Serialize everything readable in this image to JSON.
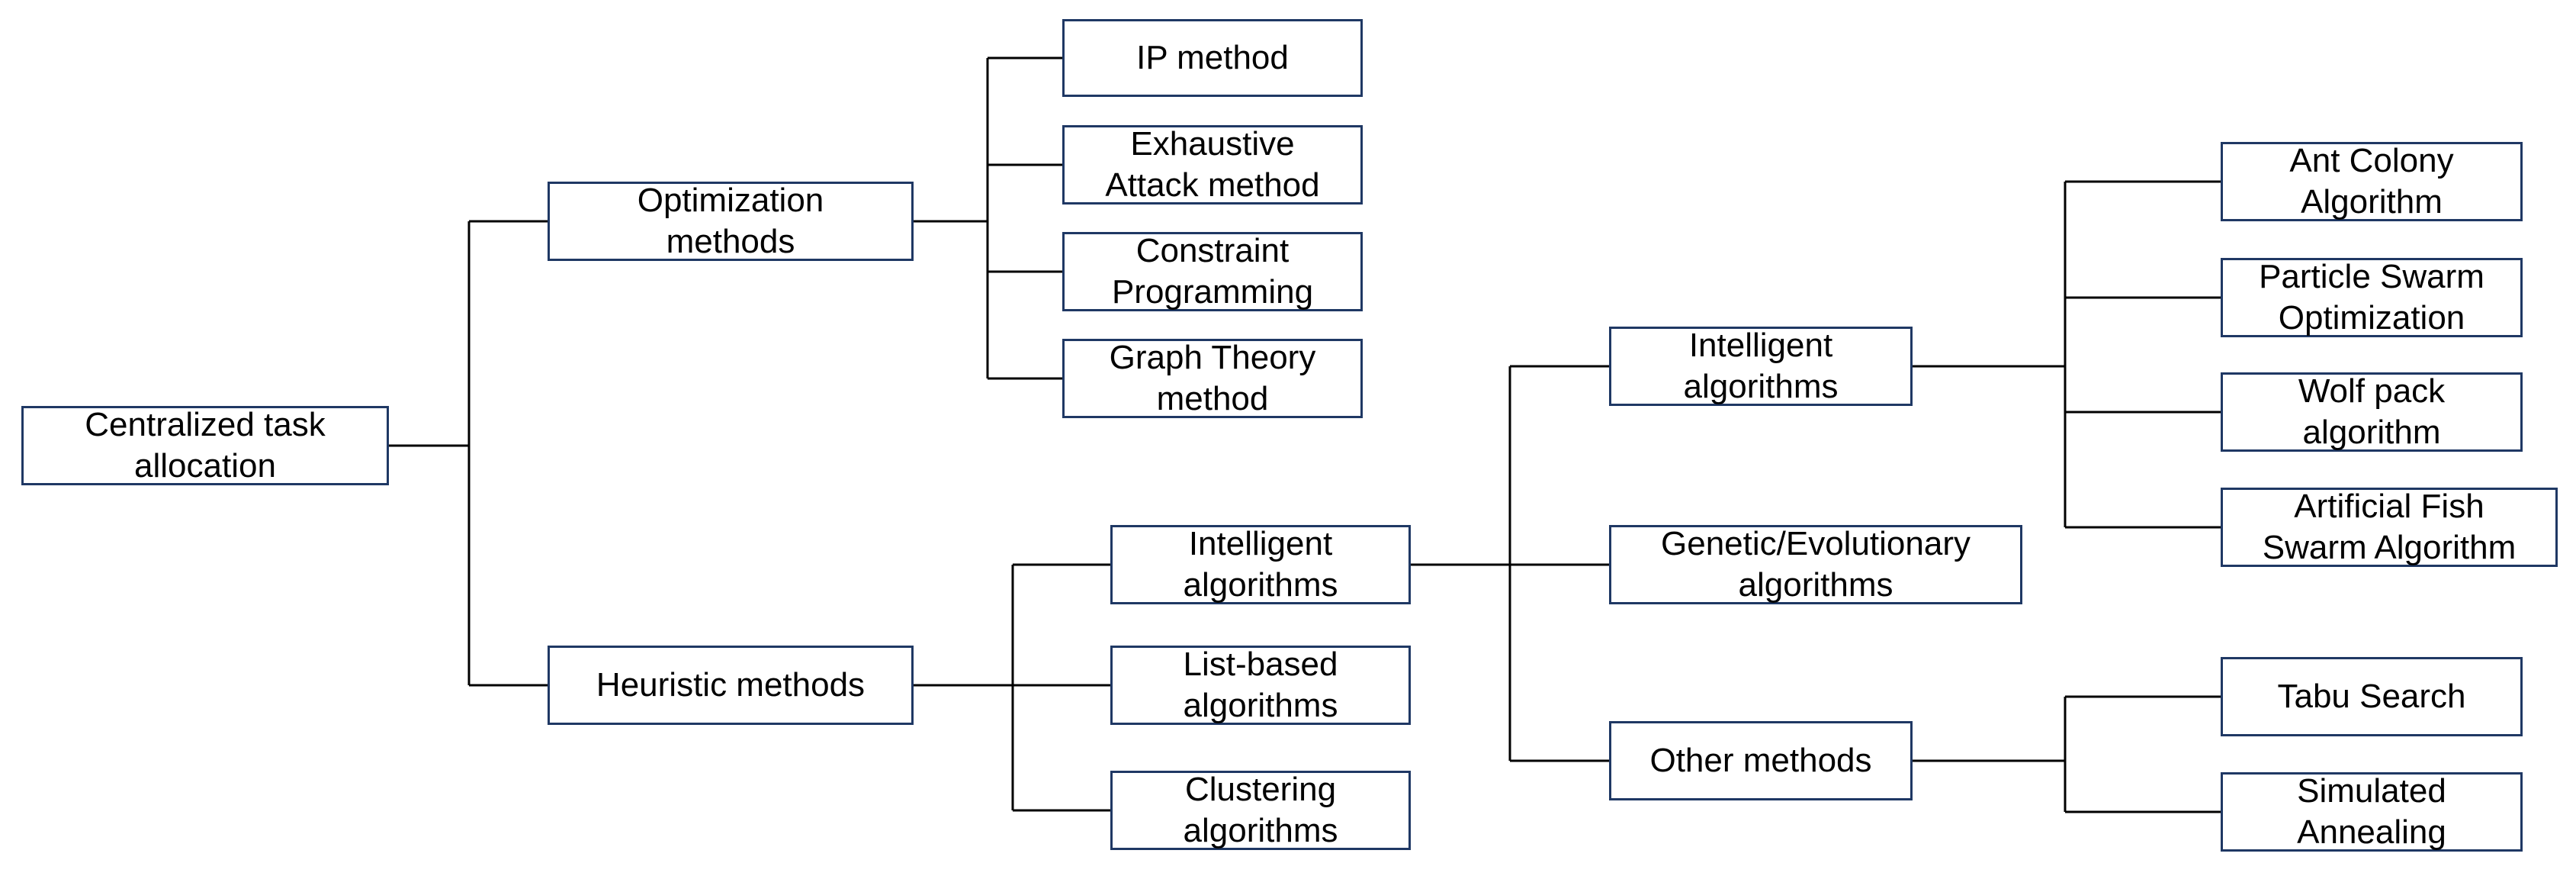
{
  "diagram": {
    "type": "tree",
    "root": {
      "label": "Centralized task\nallocation"
    },
    "optimization": {
      "label": "Optimization\nmethods",
      "children": [
        {
          "label": "IP method"
        },
        {
          "label": "Exhaustive\nAttack method"
        },
        {
          "label": "Constraint\nProgramming"
        },
        {
          "label": "Graph Theory\nmethod"
        }
      ]
    },
    "heuristic": {
      "label": "Heuristic methods",
      "children": [
        {
          "label": "Intelligent\nalgorithms"
        },
        {
          "label": "List-based\nalgorithms"
        },
        {
          "label": "Clustering\nalgorithms"
        }
      ]
    },
    "intelligent_level2": {
      "children": [
        {
          "label": "Intelligent\nalgorithms"
        },
        {
          "label": "Genetic/Evolutionary\nalgorithms"
        },
        {
          "label": "Other methods"
        }
      ]
    },
    "intelligent_algorithms": {
      "children": [
        {
          "label": "Ant Colony\nAlgorithm"
        },
        {
          "label": "Particle Swarm\nOptimization"
        },
        {
          "label": "Wolf pack\nalgorithm"
        },
        {
          "label": "Artificial Fish\nSwarm Algorithm"
        }
      ]
    },
    "other_methods": {
      "children": [
        {
          "label": "Tabu Search"
        },
        {
          "label": "Simulated\nAnnealing"
        }
      ]
    },
    "colors": {
      "box_border": "#1f3864",
      "connector": "#000000",
      "background": "#ffffff"
    }
  }
}
